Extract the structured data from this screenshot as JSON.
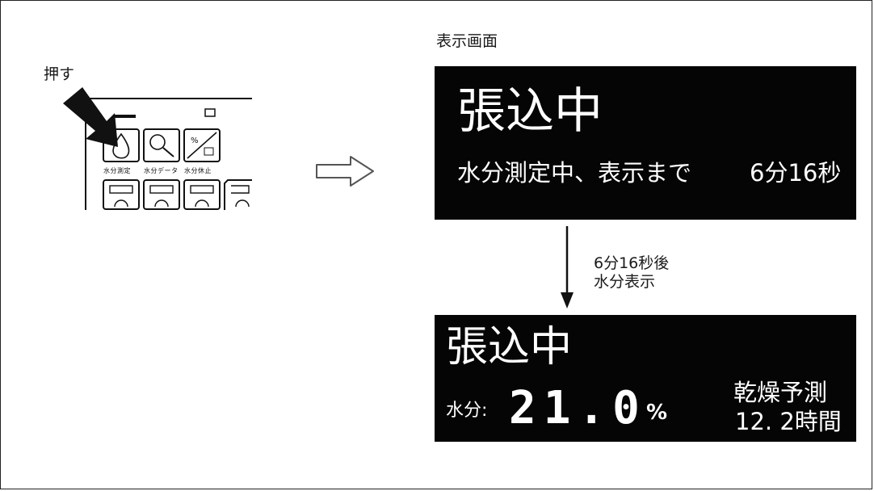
{
  "labels": {
    "press": "押す",
    "display_screen": "表示画面"
  },
  "keypad": {
    "keys": [
      {
        "caption": "水分測定",
        "icon": "water-drop-icon"
      },
      {
        "caption": "水分データ",
        "icon": "magnifier-icon"
      },
      {
        "caption": "水分休止",
        "icon": "percent-slash-icon"
      }
    ],
    "percent_symbol": "%"
  },
  "transition": {
    "line1": "6分16秒後",
    "line2": "水分表示"
  },
  "display_before": {
    "status": "張込中",
    "message": "水分測定中、表示まで",
    "remaining_time": "6分16秒"
  },
  "display_after": {
    "status": "張込中",
    "moisture_label": "水分:",
    "moisture_value": "21.0",
    "moisture_unit": "%",
    "prediction_label": "乾燥予測",
    "prediction_value": "12. 2時間"
  },
  "colors": {
    "lcd_background": "#050505",
    "lcd_text": "#ffffff"
  }
}
